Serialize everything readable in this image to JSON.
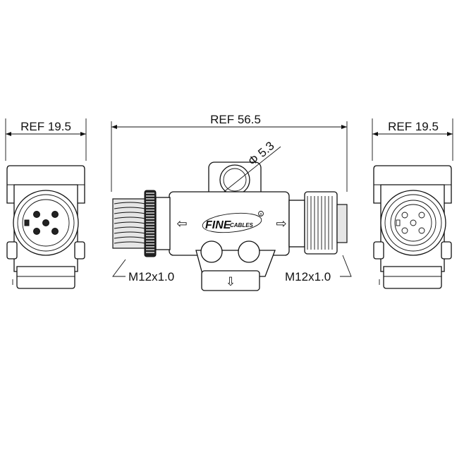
{
  "dimensions": {
    "left_width": "REF 19.5",
    "overall_length": "REF 56.5",
    "right_width": "REF 19.5",
    "hole_diameter": "Φ 5.3",
    "left_thread": "M12x1.0",
    "right_thread": "M12x1.0"
  },
  "logo": {
    "brand_main": "FINE",
    "brand_sub": "CABLES",
    "registered": "®"
  },
  "arrows": {
    "left": "⇦",
    "right": "⇨",
    "down": "⇩"
  },
  "colors": {
    "line": "#111111",
    "background": "#ffffff",
    "shading": "#e6e6e6"
  }
}
